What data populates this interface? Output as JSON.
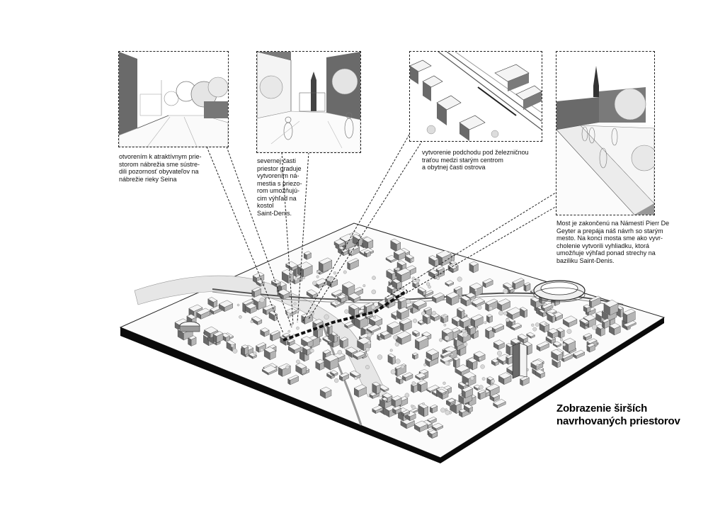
{
  "panels": [
    {
      "id": "riverbank",
      "scene": "riverbank-promenade-view",
      "caption": "otvorením k atraktívnym prie-\nstorom nábrežia sme sústre-\ndili pozornosť obyvateľov na\nnábrežie rieky Seina"
    },
    {
      "id": "square",
      "scene": "square-view-to-church",
      "caption": "severnej časti\npriestor graduje\nvytvorením ná-\nmestia s priezo-\nrom umožňujú-\ncim výhľad na\nkostol\nSaint-Denis."
    },
    {
      "id": "underpass",
      "scene": "railway-underpass-aerial",
      "caption": "vytvorenie podchodu pod železničnou\ntraťou medzi starým centrom\na obytnej časti ostrova"
    },
    {
      "id": "bridge",
      "scene": "bridge-lookout-view",
      "caption": "Most je zakončenú na Námestí Pierr De\nGeyter a prepája náš návrh so starým\nmesto. Na konci mosta sme ako vyvr-\ncholenie vytvorili vyhliadku, ktorá\numožňuje výhľad ponad strechy na\nbaziliku Saint-Denis."
    }
  ],
  "title": "Zobrazenie širších\nnavrhovaných priestorov",
  "colors": {
    "ink": "#111111",
    "building_fill": "#f4f4f4",
    "building_shadow": "#6a6a6a",
    "base_side": "#0a0a0a",
    "tree": "#8a8a8a"
  }
}
